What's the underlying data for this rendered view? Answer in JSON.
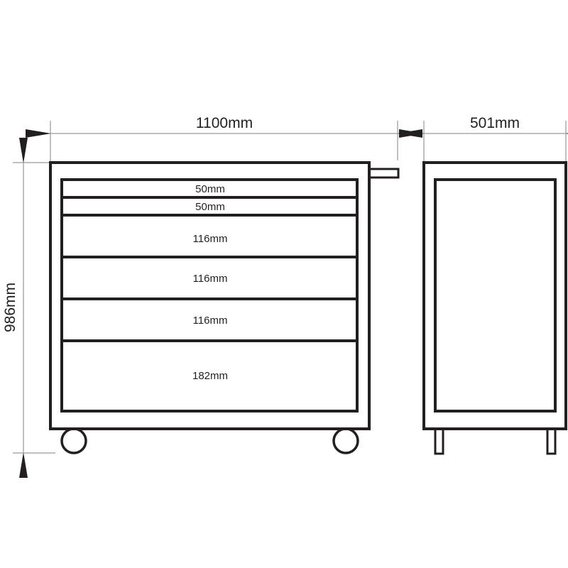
{
  "front_view": {
    "width_label": "1100mm",
    "height_label": "986mm",
    "drawers": [
      {
        "label": "50mm"
      },
      {
        "label": "50mm"
      },
      {
        "label": "116mm"
      },
      {
        "label": "116mm"
      },
      {
        "label": "116mm"
      },
      {
        "label": "182mm"
      }
    ]
  },
  "side_view": {
    "depth_label": "501mm"
  },
  "colors": {
    "line": "#231f20",
    "dimension": "#808080"
  }
}
